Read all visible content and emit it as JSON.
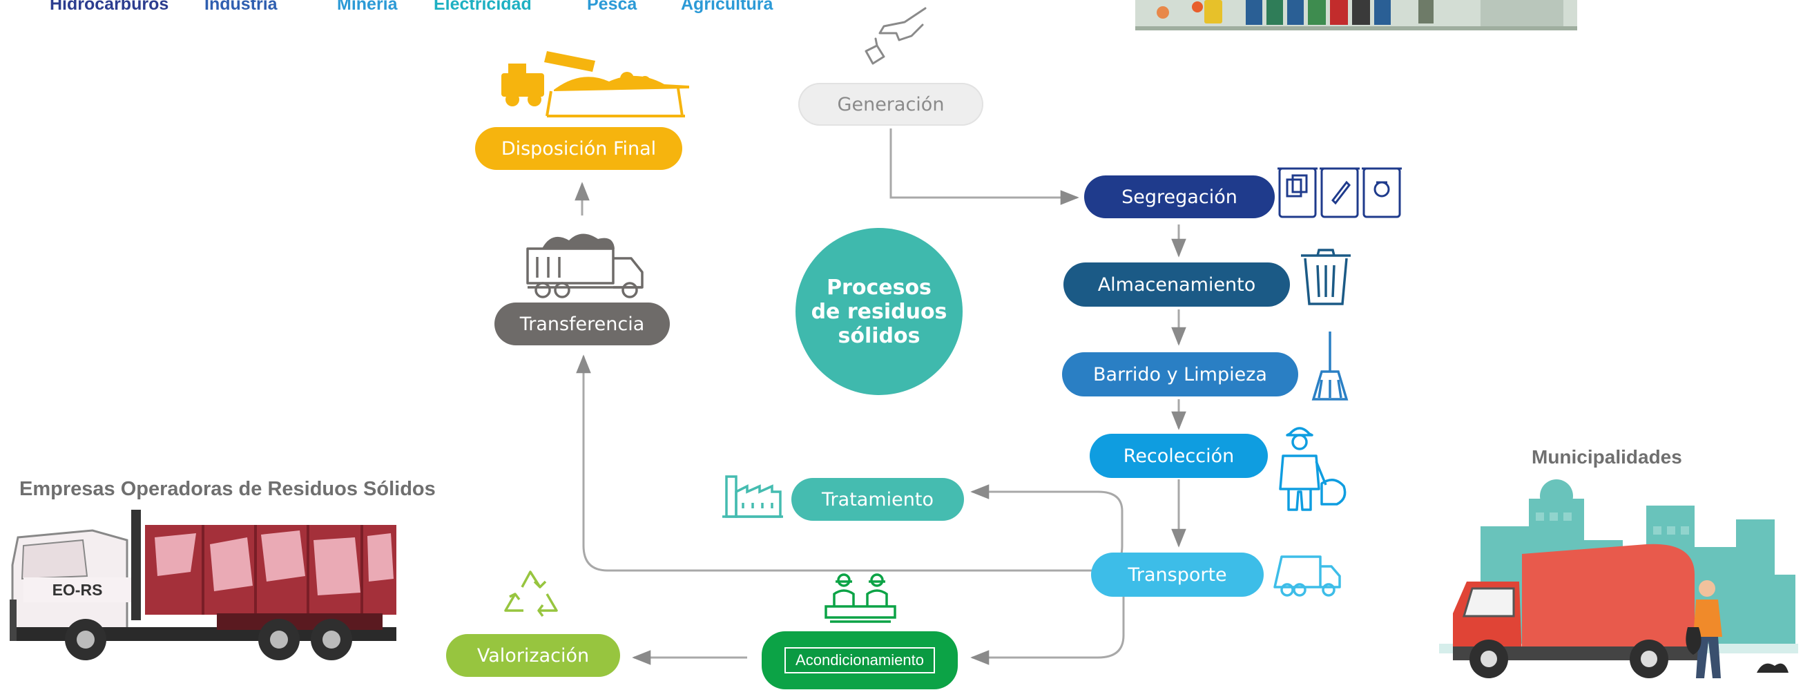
{
  "sectors": [
    "Hidrocarburos",
    "Industria",
    "Minería",
    "Electricidad",
    "Pesca",
    "Agricultura"
  ],
  "center": {
    "line1": "Procesos",
    "line2": "de residuos",
    "line3": "sólidos"
  },
  "stages": {
    "generacion": "Generación",
    "segregacion": "Segregación",
    "almacenamiento": "Almacenamiento",
    "barrido": "Barrido y Limpieza",
    "recoleccion": "Recolección",
    "transporte": "Transporte",
    "tratamiento": "Tratamiento",
    "acondicionamiento": "Acondicionamiento",
    "valorizacion": "Valorización",
    "transferencia": "Transferencia",
    "disposicion": "Disposición Final"
  },
  "operators": {
    "title": "Empresas Operadoras de Residuos Sólidos",
    "badge": "EO-RS"
  },
  "municipal": {
    "title": "Municipalidades"
  },
  "colors": {
    "generacion": "#eeeeee",
    "segregacion": "#1f3b8c",
    "almacenamiento": "#1b5a86",
    "barrido": "#2a7fc4",
    "recoleccion": "#0f9de0",
    "transporte": "#3dbde8",
    "tratamiento": "#45bcb0",
    "acondicionamiento": "#0ca346",
    "valorizacion": "#97c53f",
    "transferencia": "#6e6b69",
    "disposicion": "#f6b40e",
    "center": "#3fb9ad"
  }
}
